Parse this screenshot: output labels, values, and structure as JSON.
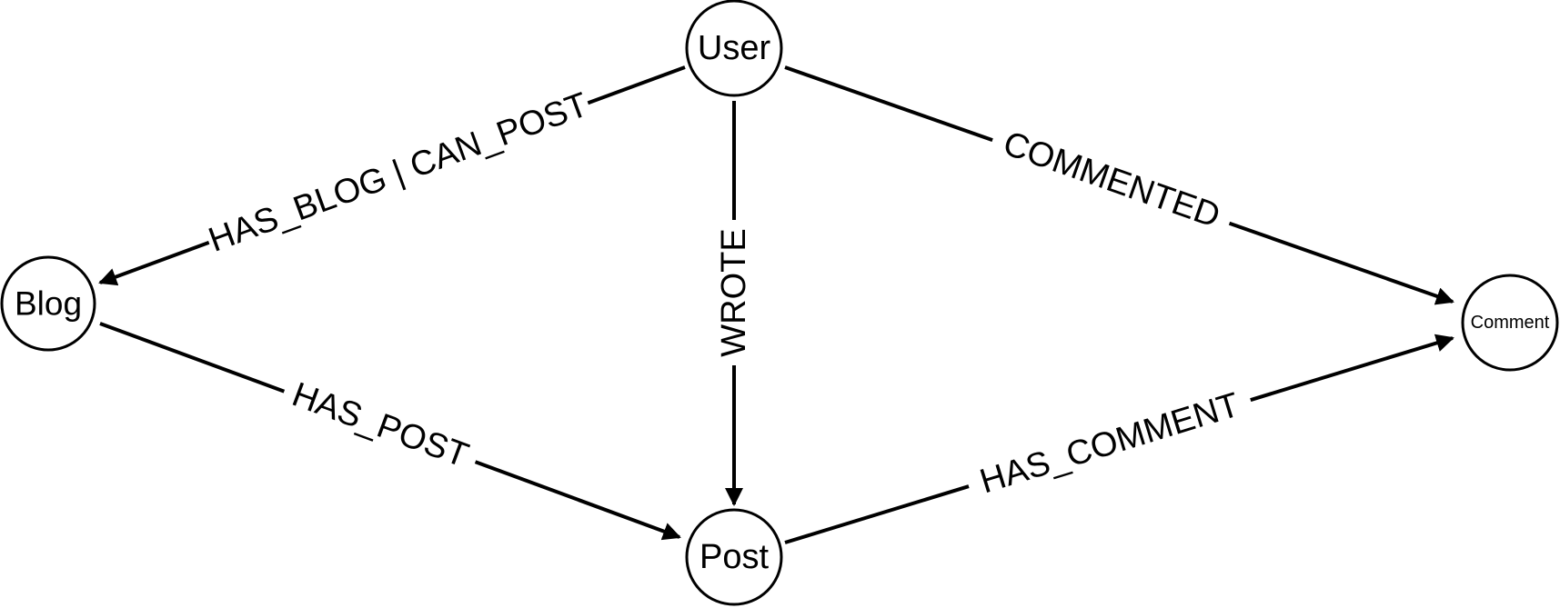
{
  "colors": {
    "stroke": "#000000",
    "background": "#ffffff"
  },
  "nodes": {
    "user": {
      "label": "User"
    },
    "blog": {
      "label": "Blog"
    },
    "post": {
      "label": "Post"
    },
    "comment": {
      "label": "Comment"
    }
  },
  "edges": {
    "has_blog": {
      "label": "HAS_BLOG | CAN_POST",
      "from": "User",
      "to": "Blog"
    },
    "wrote": {
      "label": "WROTE",
      "from": "User",
      "to": "Post"
    },
    "commented": {
      "label": "COMMENTED",
      "from": "User",
      "to": "Comment"
    },
    "has_post": {
      "label": "HAS_POST",
      "from": "Blog",
      "to": "Post"
    },
    "has_comment": {
      "label": "HAS_COMMENT",
      "from": "Post",
      "to": "Comment"
    }
  }
}
